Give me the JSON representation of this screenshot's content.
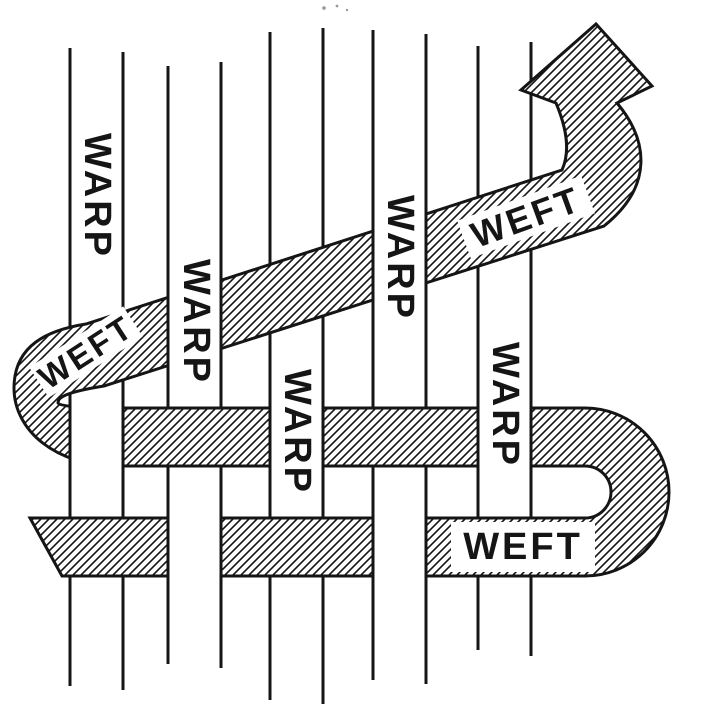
{
  "diagram": {
    "labels": {
      "warp": [
        "WARP",
        "WARP",
        "WARP",
        "WARP",
        "WARP"
      ],
      "weft_diagonal_left": "WEFT",
      "weft_diagonal_right": "WEFT",
      "weft_bottom": "WEFT"
    },
    "colors": {
      "ink": "#151515",
      "paper": "#ffffff"
    }
  }
}
